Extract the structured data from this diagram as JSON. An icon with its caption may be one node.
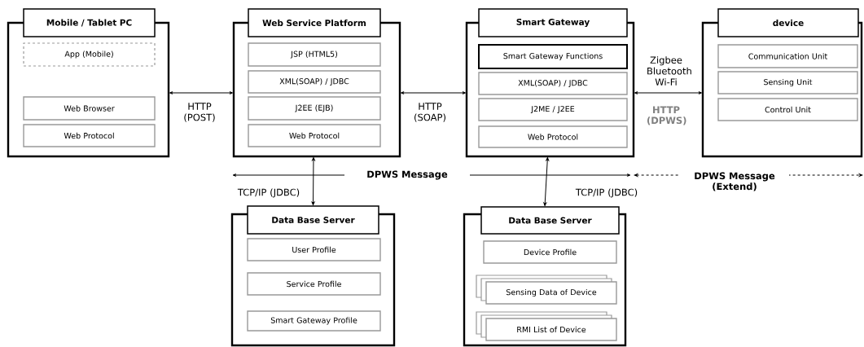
{
  "diagram": {
    "nodes": [
      {
        "text": [
          "Mobile / Tablet PC"
        ]
      },
      {
        "text": [
          "App (Mobile)"
        ],
        "in": 0
      },
      {
        "text": [
          "Web Browser"
        ],
        "in": 0
      },
      {
        "text": [
          "Web Protocol"
        ],
        "in": 0
      },
      {
        "text": [
          "Web Service Platform"
        ]
      },
      {
        "text": [
          "JSP (HTML5)"
        ],
        "in": 4
      },
      {
        "text": [
          "XML(SOAP) / JDBC"
        ],
        "in": 4
      },
      {
        "text": [
          "J2EE (EJB)"
        ],
        "in": 4
      },
      {
        "text": [
          "Web Protocol"
        ],
        "in": 4
      },
      {
        "text": [
          "Smart Gateway"
        ]
      },
      {
        "text": [
          "Smart Gateway Functions"
        ],
        "in": 9
      },
      {
        "text": [
          "XML(SOAP) / JDBC"
        ],
        "in": 9
      },
      {
        "text": [
          "J2ME / J2EE"
        ],
        "in": 9
      },
      {
        "text": [
          "Web Protocol"
        ],
        "in": 9
      },
      {
        "text": [
          "device"
        ]
      },
      {
        "text": [
          "Communication Unit"
        ],
        "in": 14
      },
      {
        "text": [
          "Sensing Unit"
        ],
        "in": 14
      },
      {
        "text": [
          "Control Unit"
        ],
        "in": 14
      },
      {
        "text": [
          "Data Base Server"
        ]
      },
      {
        "text": [
          "User Profile"
        ],
        "in": 18
      },
      {
        "text": [
          "Service Profile"
        ],
        "in": 18
      },
      {
        "text": [
          "Smart Gateway Profile"
        ],
        "in": 18
      },
      {
        "text": [
          "Data Base Server"
        ]
      },
      {
        "text": [
          "Device Profile"
        ],
        "in": 22
      },
      {
        "text": [
          "Sensing Data of Device"
        ],
        "in": 22
      },
      {
        "text": [
          "RMI List of Device"
        ],
        "in": 22
      }
    ],
    "edges": [
      {
        "from": 0,
        "to": 4,
        "arrow": "both",
        "label": "HTTP (POST)"
      },
      {
        "from": 4,
        "to": 9,
        "arrow": "both",
        "label": "HTTP (SOAP)"
      },
      {
        "from": 9,
        "to": 14,
        "arrow": "both",
        "label": "Zigbee Bluetooth Wi-Fi"
      },
      {
        "from": 4,
        "to": 18,
        "arrow": "both",
        "label": "TCP/IP (JDBC)"
      },
      {
        "from": 9,
        "to": 22,
        "arrow": "both",
        "label": "TCP/IP (JDBC)"
      }
    ],
    "labels": [
      "HTTP (DPWS)",
      "DPWS Message",
      "DPWS Message (Extend)"
    ]
  }
}
